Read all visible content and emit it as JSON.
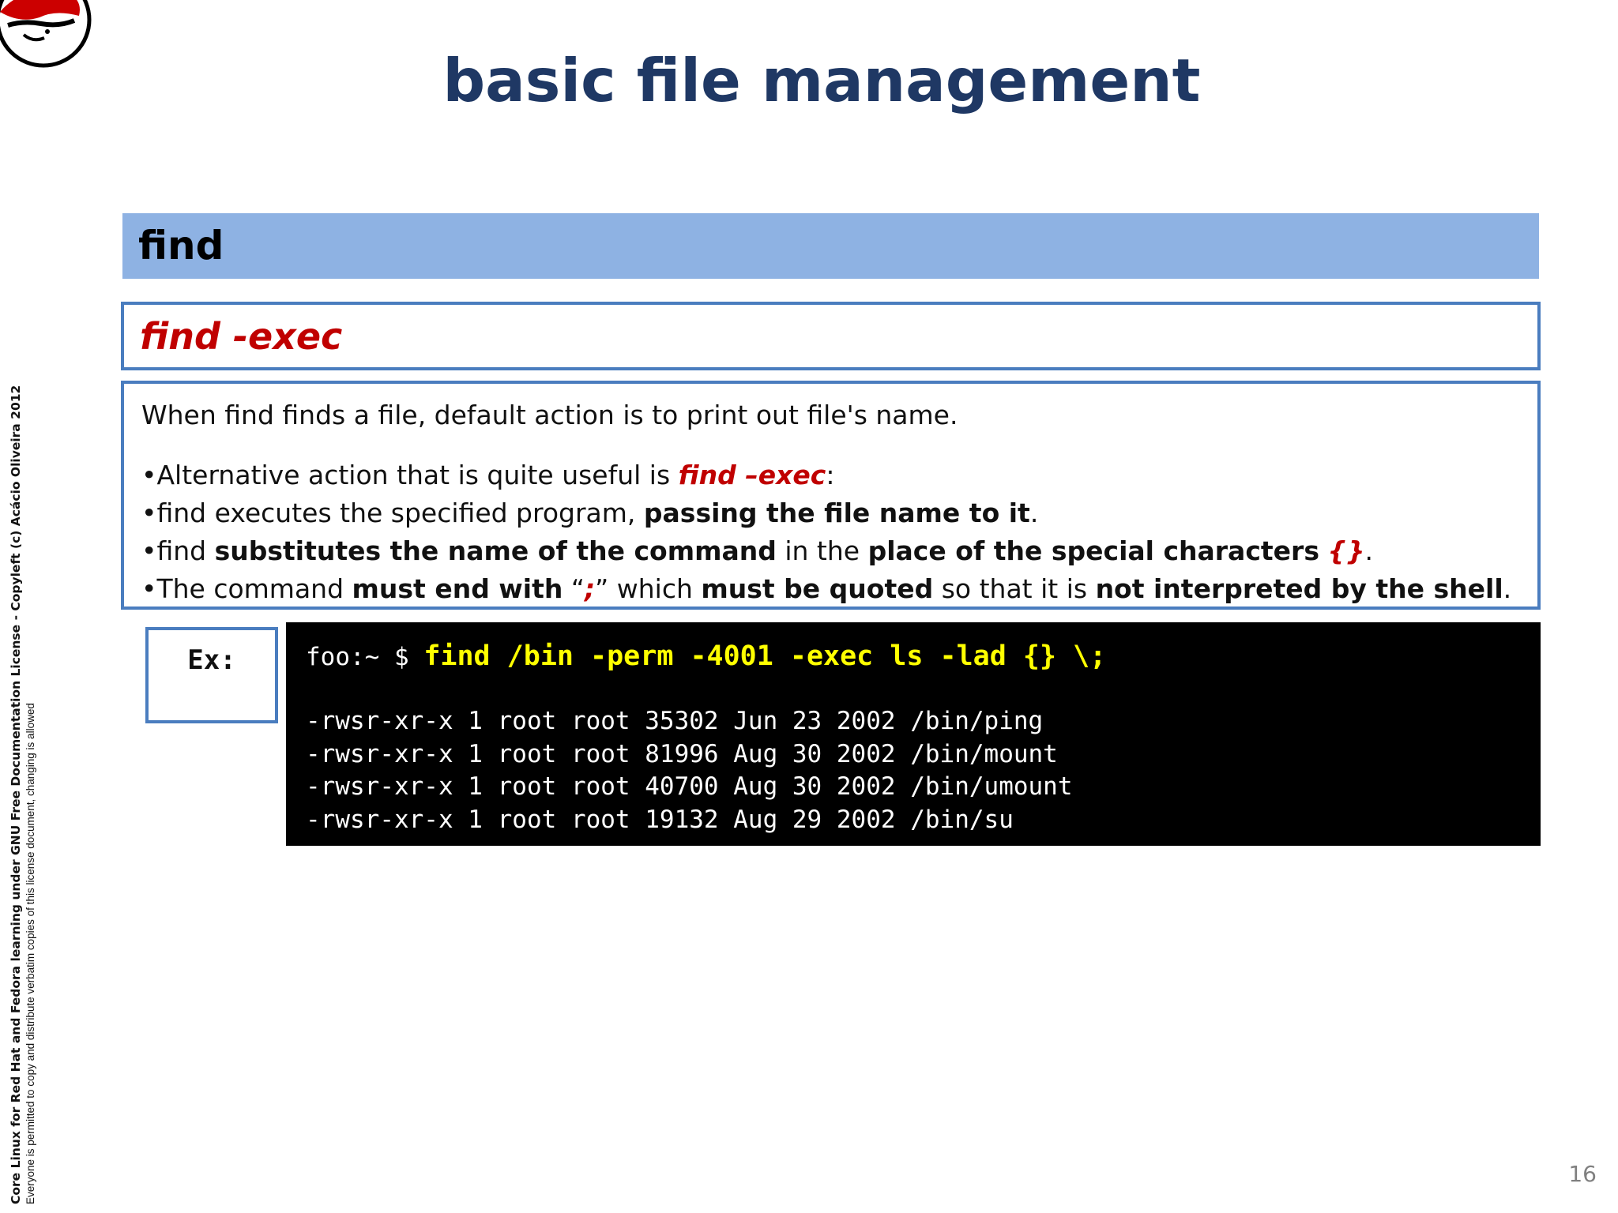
{
  "slide": {
    "title": "basic file management",
    "section": "find",
    "subheading": "find -exec",
    "page_number": "16"
  },
  "content": {
    "intro": "When find finds a file, default action is to print out file's name.",
    "bullets": [
      {
        "runs": [
          {
            "text": "•Alternative action that is quite useful is ",
            "style": "normal"
          },
          {
            "text": "find –exec",
            "style": "red-bold-italic"
          },
          {
            "text": ":",
            "style": "normal"
          }
        ]
      },
      {
        "runs": [
          {
            "text": "•find executes the specified program, ",
            "style": "normal"
          },
          {
            "text": "passing the file name to it",
            "style": "bold"
          },
          {
            "text": ".",
            "style": "normal"
          }
        ]
      },
      {
        "runs": [
          {
            "text": "•find ",
            "style": "normal"
          },
          {
            "text": "substitutes the name of the command",
            "style": "bold"
          },
          {
            "text": " in the ",
            "style": "normal"
          },
          {
            "text": "place of the special characters",
            "style": "bold"
          },
          {
            "text": " ",
            "style": "normal"
          },
          {
            "text": "{}",
            "style": "red-bold-italic"
          },
          {
            "text": ".",
            "style": "normal"
          }
        ]
      },
      {
        "runs": [
          {
            "text": "•The command ",
            "style": "normal"
          },
          {
            "text": "must end with",
            "style": "bold"
          },
          {
            "text": " “",
            "style": "normal"
          },
          {
            "text": ";",
            "style": "red-bold-italic"
          },
          {
            "text": "” which ",
            "style": "normal"
          },
          {
            "text": "must be quoted",
            "style": "bold"
          },
          {
            "text": " so that it is ",
            "style": "normal"
          },
          {
            "text": "not interpreted by the shell",
            "style": "bold"
          },
          {
            "text": ".",
            "style": "normal"
          }
        ]
      }
    ]
  },
  "example": {
    "label": "Ex:",
    "prompt": "foo:~ $ ",
    "command": "find /bin -perm -4001 -exec ls -lad {} \\;",
    "output": [
      "-rwsr-xr-x 1 root root 35302 Jun 23 2002 /bin/ping",
      "-rwsr-xr-x 1 root root 81996 Aug 30 2002 /bin/mount",
      "-rwsr-xr-x 1 root root 40700 Aug 30 2002 /bin/umount",
      "-rwsr-xr-x 1 root root 19132 Aug 29 2002 /bin/su"
    ]
  },
  "sidebar": {
    "license_line": "Core Linux for Red Hat and Fedora learning under GNU Free Documentation License  - Copyleft (c) Acácio Oliveira 2012",
    "permission_line": "Everyone is permitted to copy and distribute verbatim copies of this license document, changing is allowed"
  },
  "colors": {
    "title": "#1f3864",
    "section_bar": "#8eb2e3",
    "box_border": "#4a7dbf",
    "accent_red": "#c00000",
    "terminal_bg": "#000000",
    "terminal_cmd": "#ffff00"
  },
  "icons": {
    "logo": "red-hat-shadowman-logo"
  }
}
